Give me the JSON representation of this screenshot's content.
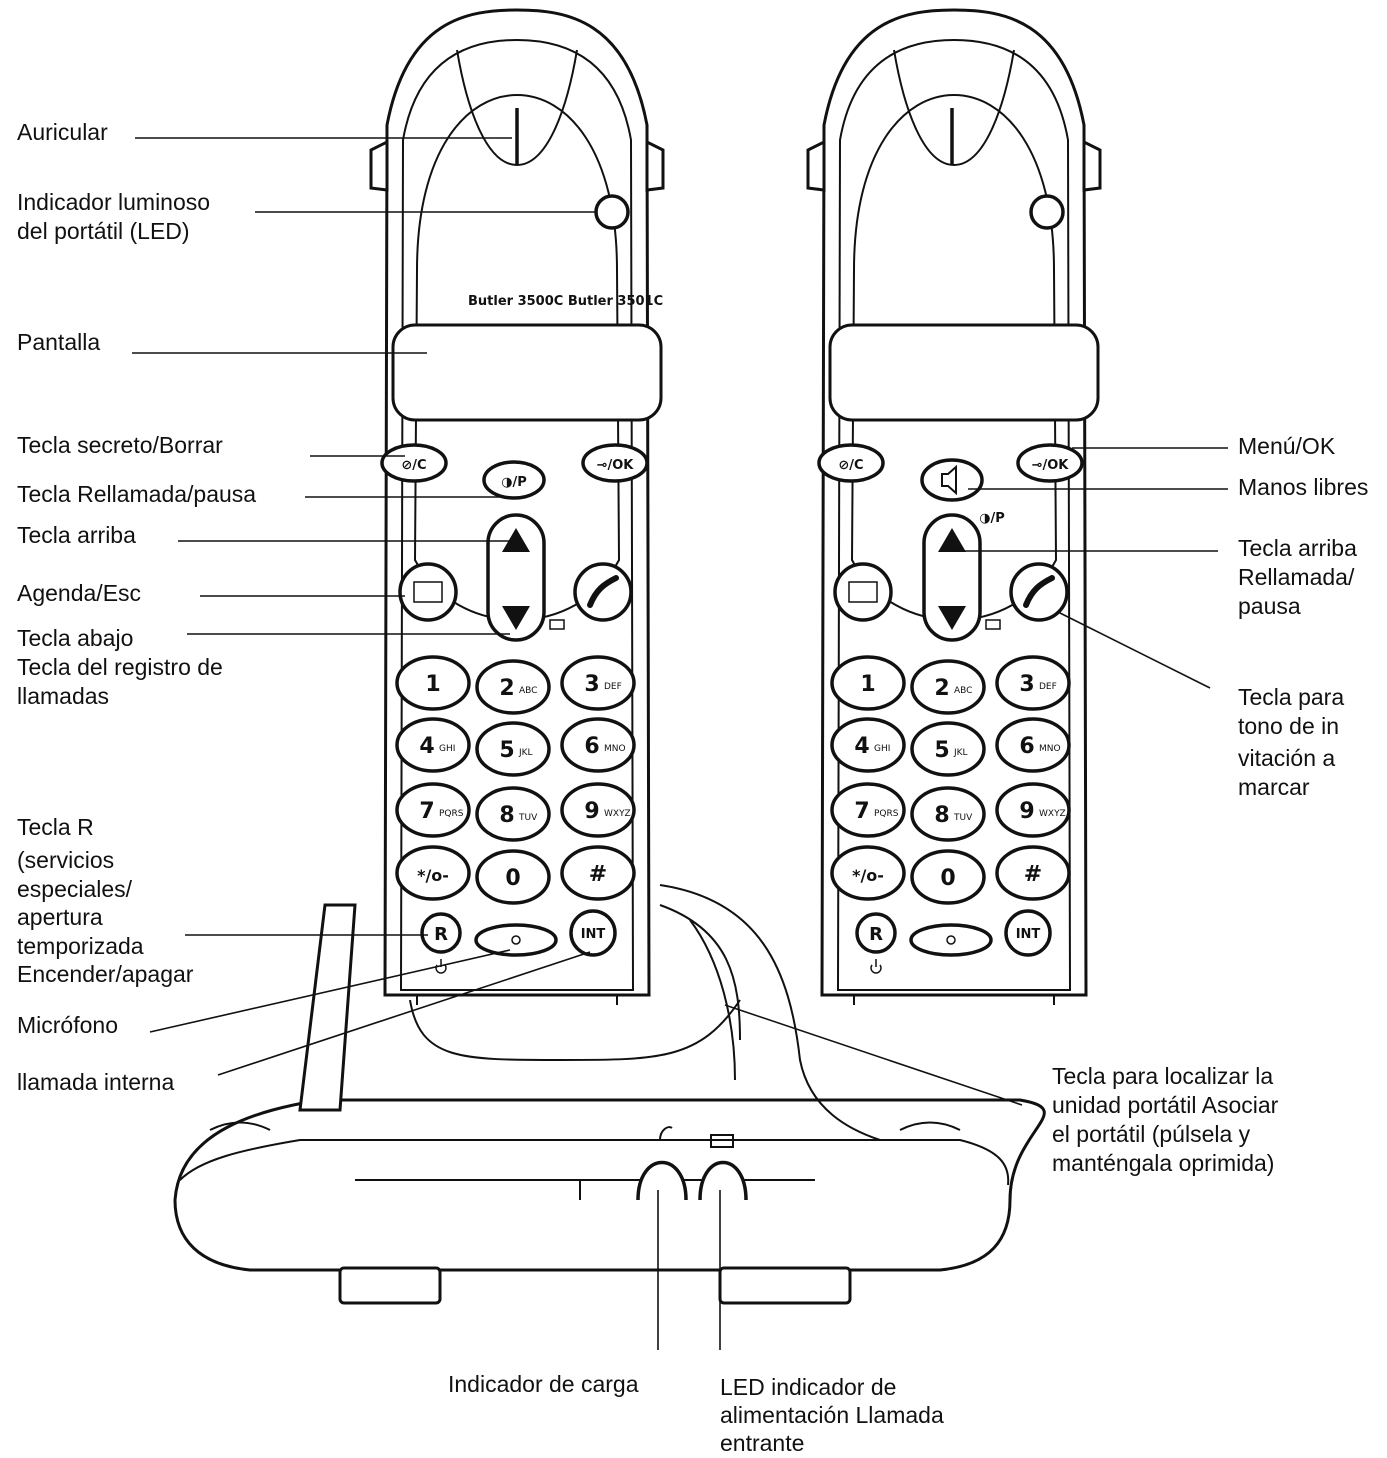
{
  "model_text": "Butler 3500C Butler 3501C",
  "labels": {
    "auricular": "Auricular",
    "led_1": "Indicador luminoso",
    "led_2": "del portátil (LED)",
    "pantalla": "Pantalla",
    "secreto": "Tecla secreto/Borrar",
    "rellamada": "Tecla Rellamada/pausa",
    "arriba": "Tecla arriba",
    "agenda": "Agenda/Esc",
    "abajo_1": "Tecla abajo",
    "abajo_2": "Tecla del registro de",
    "abajo_3": "llamadas",
    "r_1": "Tecla R",
    "r_2": "(servicios",
    "r_3": "especiales/",
    "r_4": "apertura",
    "r_5": "temporizada",
    "r_6": "Encender/apagar",
    "microfono": "Micrófono",
    "interna": "llamada interna",
    "menu": "Menú/OK",
    "manos": "Manos libres",
    "arriba2_1": "Tecla arriba",
    "arriba2_2": "Rellamada/",
    "arriba2_3": "pausa",
    "tono_1": "Tecla para",
    "tono_2": "tono de in",
    "tono_3": "vitación a",
    "tono_4": "marcar",
    "localizar_1": "Tecla para localizar la",
    "localizar_2": "unidad portátil Asociar",
    "localizar_3": "el portátil (púlsela y",
    "localizar_4": "manténgala oprimida)",
    "carga": "Indicador de carga",
    "alim_1": "LED indicador de",
    "alim_2": "alimentación Llamada",
    "alim_3": "entrante"
  },
  "keys": {
    "k1": "1",
    "k2": "2",
    "k3": "3",
    "k4": "4",
    "k5": "5",
    "k6": "6",
    "k7": "7",
    "k8": "8",
    "k9": "9",
    "k0": "0",
    "kstar": "*/o-",
    "khash": "#",
    "s2": "ABC",
    "s3": "DEF",
    "s4": "GHI",
    "s5": "JKL",
    "s6": "MNO",
    "s7": "PQRS",
    "s8": "TUV",
    "s9": "WXYZ",
    "r": "R",
    "int": "INT",
    "mute": "⊘/C",
    "redial": "◑/P",
    "menu": "⊸/OK"
  },
  "icons": [
    "earpiece-icon",
    "led-icon",
    "up-arrow-icon",
    "down-arrow-icon",
    "phonebook-icon",
    "talk-icon",
    "speaker-icon",
    "envelope-icon",
    "power-icon",
    "handset-icon",
    "battery-icon"
  ]
}
